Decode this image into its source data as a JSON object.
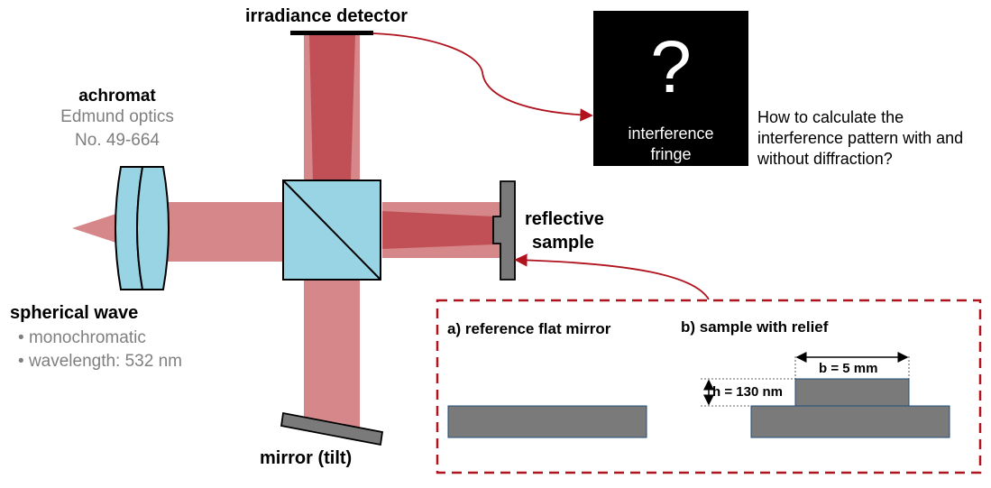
{
  "labels": {
    "achromat_title": "achromat",
    "achromat_vendor": "Edmund optics",
    "achromat_part": "No. 49-664",
    "detector": "irradiance detector",
    "sample_line1": "reflective",
    "sample_line2": "sample",
    "mirror": "mirror (tilt)",
    "source_title": "spherical wave",
    "source_bullets": [
      "monochromatic",
      "wavelength: 532 nm"
    ],
    "bullet_glyph": "•"
  },
  "fringe_box": {
    "symbol": "?",
    "line1": "interference",
    "line2": "fringe"
  },
  "question": {
    "line1": "How to calculate the",
    "line2": "interference pattern with and",
    "line3": "without diffraction?"
  },
  "inset": {
    "panel_a_title": "a) reference flat mirror",
    "panel_b_title": "b) sample with relief",
    "width_label": "b = 5 mm",
    "height_label": "h = 130 nm"
  },
  "colors": {
    "beam_light": "#d5878a",
    "beam_dark": "#c05055",
    "glass": "#99d4e4",
    "metal": "#7a7a7a",
    "accent_red": "#b0121e",
    "label_gray": "#7f7f7f"
  }
}
